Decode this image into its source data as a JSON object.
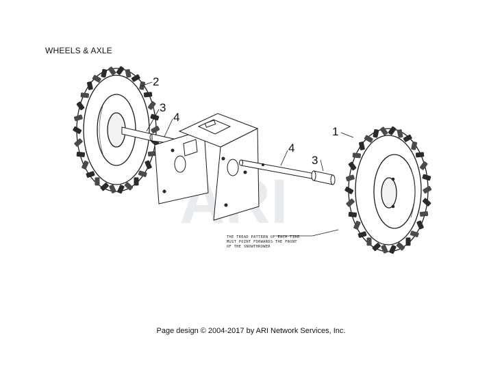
{
  "page": {
    "title": "WHEELS & AXLE",
    "footer": "Page design © 2004-2017 by ARI Network Services, Inc."
  },
  "watermark": {
    "text": "ARI"
  },
  "diagram": {
    "callouts": {
      "left_wheel": "2",
      "left_spacer": "3",
      "left_axle": "4",
      "right_wheel": "1",
      "right_axle": "4",
      "right_spacer": "3"
    },
    "note": {
      "line1": "THE TREAD PATTERN OF EACH TIRE",
      "line2": "MUST POINT FORWARDS THE FRONT",
      "line3": "OF THE SNOWTHROWER"
    }
  }
}
